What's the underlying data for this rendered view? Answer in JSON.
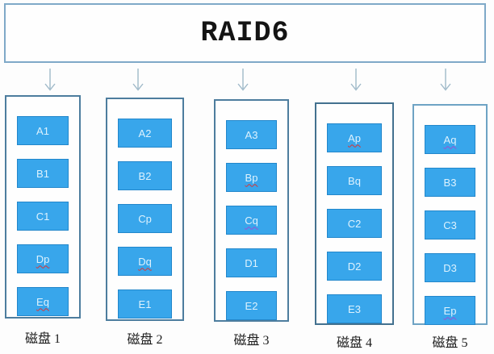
{
  "title": "RAID6",
  "colors": {
    "block_fill": "#38a6eb",
    "block_border": "#2387cb",
    "block_text": "#ddf2fe",
    "title_box_border": "#7fa9c8",
    "column_border": "#4d7d9e",
    "arrow": "#9fb9c9",
    "squiggle_red": "#d93535",
    "squiggle_purple": "#9b4fd4"
  },
  "columns": [
    {
      "label": "磁盘 1",
      "blocks": [
        {
          "label": "A1"
        },
        {
          "label": "B1"
        },
        {
          "label": "C1"
        },
        {
          "label": "Dp",
          "underline": "red"
        },
        {
          "label": "Eq",
          "underline": "red"
        }
      ]
    },
    {
      "label": "磁盘 2",
      "blocks": [
        {
          "label": "A2"
        },
        {
          "label": "B2"
        },
        {
          "label": "Cp"
        },
        {
          "label": "Dq",
          "underline": "red"
        },
        {
          "label": "E1"
        }
      ]
    },
    {
      "label": "磁盘 3",
      "blocks": [
        {
          "label": "A3"
        },
        {
          "label": "Bp",
          "underline": "red"
        },
        {
          "label": "Cq",
          "underline": "purple"
        },
        {
          "label": "D1"
        },
        {
          "label": "E2"
        }
      ]
    },
    {
      "label": "磁盘 4",
      "blocks": [
        {
          "label": "Ap",
          "underline": "red"
        },
        {
          "label": "Bq"
        },
        {
          "label": "C2"
        },
        {
          "label": "D2"
        },
        {
          "label": "E3"
        }
      ]
    },
    {
      "label": "磁盘 5",
      "blocks": [
        {
          "label": "Aq",
          "underline": "purple"
        },
        {
          "label": "B3"
        },
        {
          "label": "C3"
        },
        {
          "label": "D3"
        },
        {
          "label": "Ep",
          "underline": "purple"
        }
      ]
    }
  ]
}
